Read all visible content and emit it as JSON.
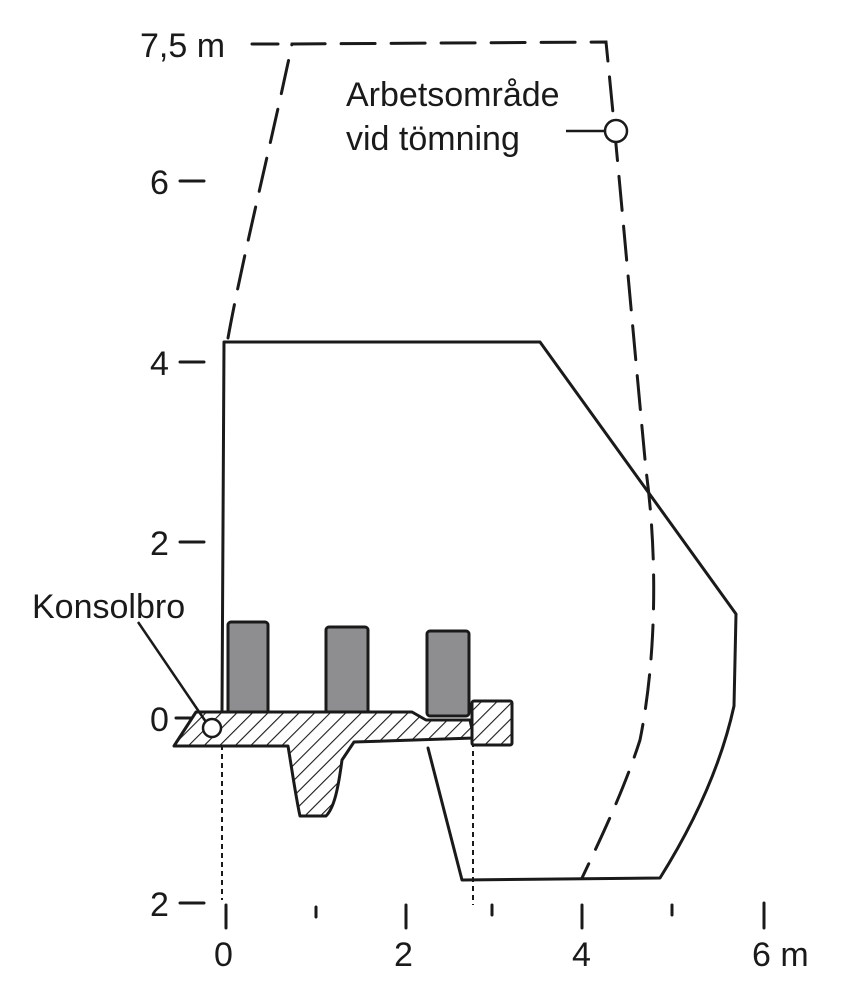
{
  "y_axis_labels": [
    "7,5 m",
    "6",
    "4",
    "2",
    "0",
    "2"
  ],
  "x_axis_labels": [
    "0",
    "2",
    "4",
    "6 m"
  ],
  "annotations": {
    "work_area_line1": "Arbetsområde",
    "work_area_line2": "vid tömning",
    "bridge": "Konsolbro"
  },
  "colors": {
    "line": "#1a1a1a",
    "container": "#8e8e90",
    "background": "#ffffff"
  }
}
